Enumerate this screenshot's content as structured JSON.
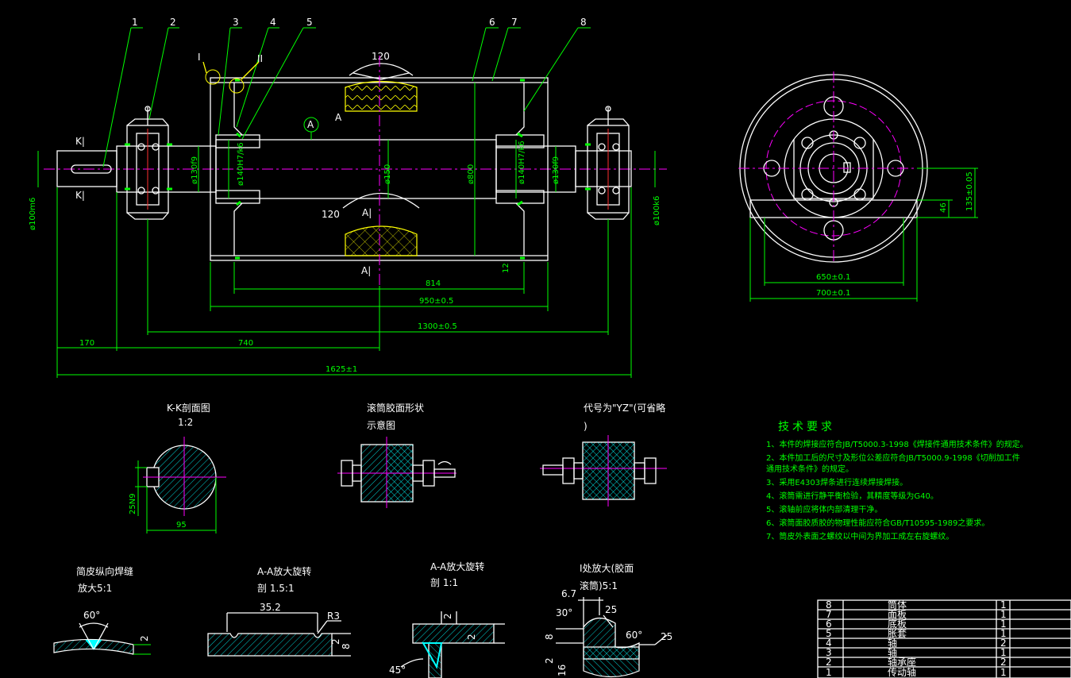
{
  "part_numbers": [
    "1",
    "2",
    "3",
    "4",
    "5",
    "6",
    "7",
    "8"
  ],
  "detail_marks": [
    "I",
    "II"
  ],
  "section_marks": {
    "a_circle": "A",
    "a_small": "A",
    "a_upper": "A|",
    "a_lower": "A|",
    "k_upper": "K|",
    "k_lower": "K|"
  },
  "angles": {
    "top": "120",
    "mid": "120"
  },
  "dims": {
    "d100_left": "ø100m6",
    "d130_left": "ø130f9",
    "d140_left": "ø140H7/k6",
    "d150": "ø150",
    "d800": "ø800",
    "d140_right": "ø140H7/k6",
    "d130_right": "ø130f9",
    "d100_right": "ø100k6",
    "d12": "12",
    "len_814": "814",
    "len_950": "950±0.5",
    "len_1300": "1300±0.5",
    "len_170": "170",
    "len_740": "740",
    "len_1625": "1625±1",
    "h46": "46",
    "h135": "135±0.05",
    "w650": "650±0.1",
    "w700": "700±0.1"
  },
  "views": {
    "kk_title": "K-K剖面图",
    "kk_scale": "1:2",
    "kk_25": "25N9",
    "kk_95": "95",
    "rubber_title": "滚筒胶面形状",
    "rubber_sub": "示意图",
    "yz_title": "代号为\"YZ\"(可省略",
    "yz_paren": ")",
    "weld_title": "简皮纵向焊缝",
    "weld_scale": "放大5:1",
    "weld_angle": "60°",
    "weld_2": "2",
    "aa1_title": "A-A放大旋转",
    "aa1_scale": "剖 1.5:1",
    "aa1_352": "35.2",
    "aa1_r3": "R3",
    "aa1_2": "2",
    "aa1_8": "8",
    "aa2_title": "A-A放大旋转",
    "aa2_scale": "剖  1:1",
    "aa2_2a": "2",
    "aa2_2b": "2",
    "aa2_45": "45°",
    "i_title": "I处放大(胶面",
    "i_scale": "滚筒)5:1",
    "i_67": "6.7",
    "i_30": "30°",
    "i_25a": "25",
    "i_60": "60°",
    "i_25b": "25",
    "i_8": "8",
    "i_2": "2",
    "i_16": "16"
  },
  "tech_req": {
    "title": "技术要求",
    "items": [
      "1、本件的焊接应符合JB/T5000.3-1998《焊接件通用技术条件》的规定。",
      "2、本件加工后的尺寸及形位公差应符合JB/T5000.9-1998《切削加工件",
      "   通用技术条件》的规定。",
      "3、采用E4303焊条进行连续焊接焊接。",
      "4、滚筒需进行静平衡检验，其精度等级为G40。",
      "5、滚轴前应将体内部清理干净。",
      "6、滚筒面胶质胶的物理性能应符合GB/T10595-1989之要求。",
      "7、筒皮外表面之螺纹以中间为界加工成左右旋螺纹。"
    ]
  },
  "parts_table": [
    {
      "no": "8",
      "name": "筒体",
      "qty": "1"
    },
    {
      "no": "7",
      "name": "面板",
      "qty": "1"
    },
    {
      "no": "6",
      "name": "底板",
      "qty": "1"
    },
    {
      "no": "5",
      "name": "胀套",
      "qty": "1"
    },
    {
      "no": "4",
      "name": "轴",
      "qty": "2"
    },
    {
      "no": "3",
      "name": "轴",
      "qty": "1"
    },
    {
      "no": "2",
      "name": "轴承座",
      "qty": "2"
    },
    {
      "no": "1",
      "name": "传动轴",
      "qty": "1"
    }
  ]
}
